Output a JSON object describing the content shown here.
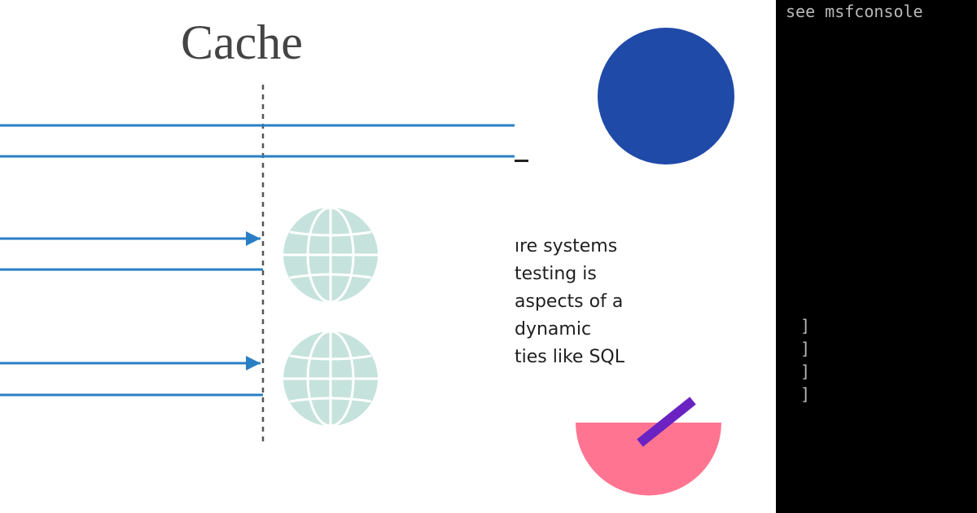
{
  "diagram": {
    "title": "Cache",
    "icons": [
      "globe-icon",
      "globe-icon"
    ],
    "colors": {
      "arrow": "#2a7fc4",
      "globe": "#c5e3dc",
      "dash": "#555555"
    }
  },
  "text_snippet": {
    "lines": [
      "ıre systems",
      "testing is",
      "aspects of a",
      "dynamic",
      "ties like SQL"
    ]
  },
  "decor": {
    "colors": {
      "circle": "#1f4aa8",
      "semicircle": "#ff7591",
      "stick": "#6a22c2"
    }
  },
  "terminal": {
    "top_line": "see msfconsole",
    "brackets": [
      "]",
      "]",
      "]",
      "]"
    ]
  }
}
